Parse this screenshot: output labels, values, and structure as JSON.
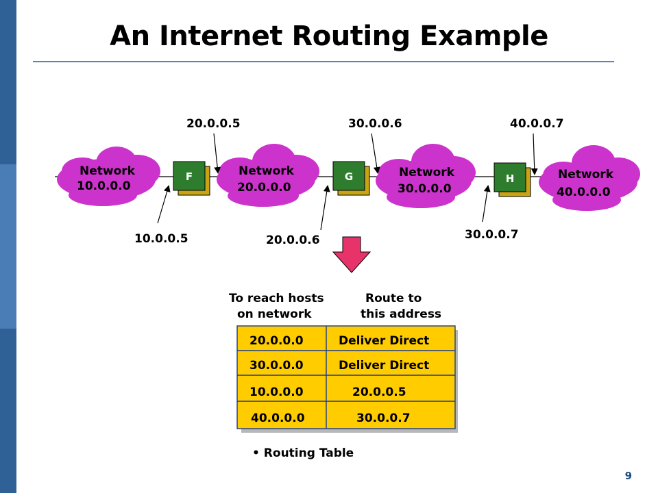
{
  "slide": {
    "title": "An Internet Routing Example",
    "page_number": "9"
  },
  "networks": [
    {
      "label": "Network",
      "address": "10.0.0.0"
    },
    {
      "label": "Network",
      "address": "20.0.0.0"
    },
    {
      "label": "Network",
      "address": "30.0.0.0"
    },
    {
      "label": "Network",
      "address": "40.0.0.0"
    }
  ],
  "routers": [
    {
      "label": "F"
    },
    {
      "label": "G"
    },
    {
      "label": "H"
    }
  ],
  "interface_ips": {
    "f_left": "10.0.0.5",
    "f_right": "20.0.0.5",
    "g_left": "20.0.0.6",
    "g_right": "30.0.0.6",
    "h_left": "30.0.0.7",
    "h_right": "40.0.0.7"
  },
  "routing_table": {
    "header_left_1": "To reach hosts",
    "header_left_2": "on network",
    "header_right_1": "Route to",
    "header_right_2": "this address",
    "rows": [
      {
        "network": "20.0.0.0",
        "route": "Deliver Direct"
      },
      {
        "network": "30.0.0.0",
        "route": "Deliver Direct"
      },
      {
        "network": "10.0.0.0",
        "route": "20.0.0.5"
      },
      {
        "network": "40.0.0.0",
        "route": "30.0.0.7"
      }
    ],
    "caption": "Routing Table"
  },
  "colors": {
    "cloud": "#cc33cc",
    "router": "#2e7d2e",
    "router_shadow": "#c8a414",
    "table": "#ffcc00",
    "arrow": "#e8336a"
  }
}
